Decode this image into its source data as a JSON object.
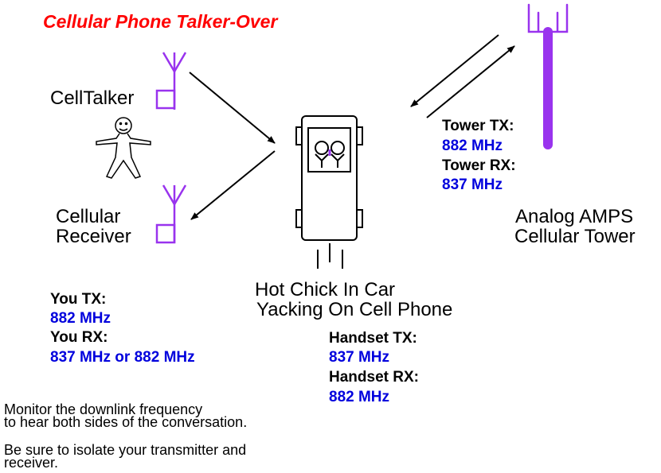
{
  "title": "Cellular Phone Talker-Over",
  "celltalker": {
    "label": "CellTalker"
  },
  "receiver": {
    "line1": "Cellular",
    "line2": "Receiver"
  },
  "car": {
    "line1": "Hot Chick In Car",
    "line2": "Yacking On Cell Phone"
  },
  "tower": {
    "line1": "Analog AMPS",
    "line2": "Cellular Tower",
    "tx_label": "Tower TX:",
    "tx_freq": "882 MHz",
    "rx_label": "Tower RX:",
    "rx_freq": "837 MHz"
  },
  "you": {
    "tx_label": "You TX:",
    "tx_freq": "882 MHz",
    "rx_label": "You RX:",
    "rx_freq": "837 MHz or 882 MHz"
  },
  "handset": {
    "tx_label": "Handset TX:",
    "tx_freq": "837 MHz",
    "rx_label": "Handset RX:",
    "rx_freq": "882 MHz"
  },
  "notes": {
    "line1": "Monitor the downlink frequency",
    "line2": "to hear both sides of the conversation.",
    "line3": "Be sure to isolate your transmitter and",
    "line4": "receiver."
  },
  "colors": {
    "title": "#ff0000",
    "frequency": "#0000dd",
    "antenna": "#9933ee",
    "tower": "#9933ee"
  }
}
